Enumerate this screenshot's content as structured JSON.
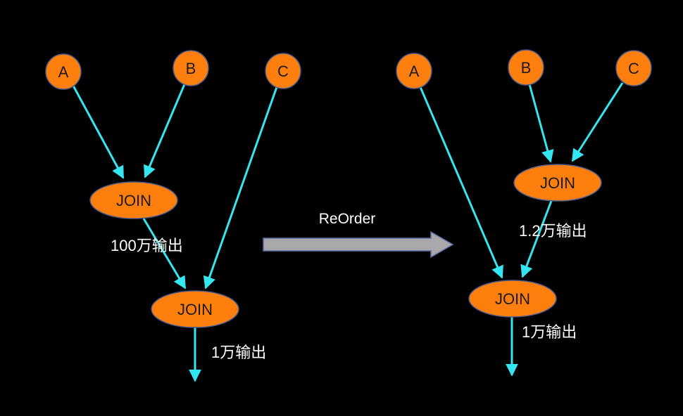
{
  "colors": {
    "background": "#000000",
    "node_fill": "#ff7f0e",
    "node_stroke": "#4a5a8a",
    "edge": "#33e6f0",
    "reorder_arrow_fill": "#a9a9ab",
    "reorder_arrow_stroke": "#5a6fa8",
    "label_text": "#ffffff",
    "node_text": "#1a1a1a"
  },
  "reorder": {
    "label": "ReOrder"
  },
  "left": {
    "nodes": {
      "a": "A",
      "b": "B",
      "c": "C",
      "join1": "JOIN",
      "join2": "JOIN"
    },
    "labels": {
      "join1_output": "100万输出",
      "join2_output": "1万输出"
    }
  },
  "right": {
    "nodes": {
      "a": "A",
      "b": "B",
      "c": "C",
      "join1": "JOIN",
      "join2": "JOIN"
    },
    "labels": {
      "join1_output": "1.2万输出",
      "join2_output": "1万输出"
    }
  }
}
